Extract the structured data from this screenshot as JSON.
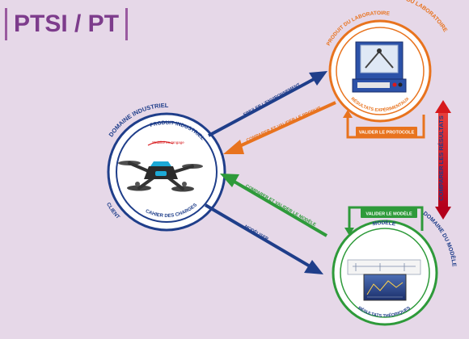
{
  "title": "PTSI / PT",
  "colors": {
    "background": "#e6d8e8",
    "industrial": "#1f3e8a",
    "laboratory": "#e8731e",
    "model": "#2e9a3a",
    "compare": "#d7191c",
    "title": "#7d3c8c"
  },
  "industrial": {
    "domain": "DOMAINE INDUSTRIEL",
    "product": "PRODUIT INDUSTRIEL",
    "specs": "CAHIER DES CHARGES",
    "client": "CLIENT",
    "annotation": "Stabilité en tangage"
  },
  "laboratory": {
    "domain": "DOMAINE DU LABORATOIRE",
    "product": "PRODUIT DU LABORATOIRE",
    "results": "RÉSULTATS EXPÉRIMENTAUX",
    "validate": "VALIDER LE PROTOCOLE"
  },
  "model": {
    "domain": "DOMAINE DU MODÈLE",
    "name": "MODÈLE",
    "results": "RÉSULTATS THÉORIQUES",
    "validate": "VALIDER LE MODÈLE"
  },
  "arrows": {
    "simulate": "SIMULER L'ENVIRONNEMENT",
    "compare_product": "COMPARER ET VALIDER LE PRODUIT",
    "compare_model": "COMPARER ET VALIDER LE MODÈLE",
    "modelize": "MODÉLISER",
    "compare_results": "COMPARER LES RÉSULTATS"
  }
}
